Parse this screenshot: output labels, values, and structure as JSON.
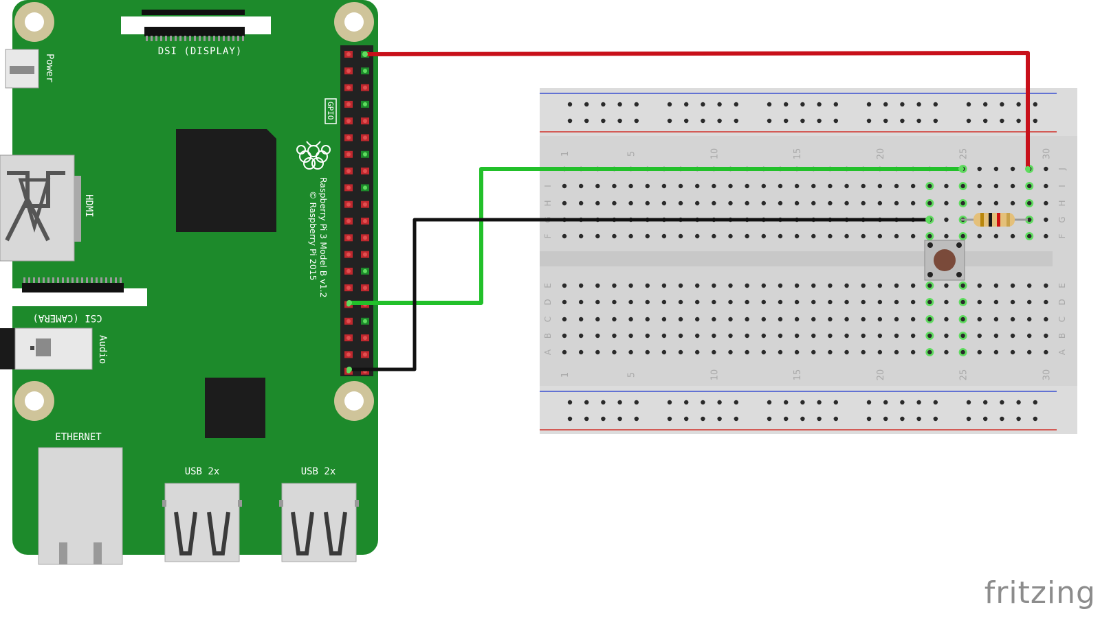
{
  "board": {
    "labels": {
      "dsi": "DSI (DISPLAY)",
      "power": "Power",
      "hdmi": "HDMI",
      "gpio": "GPIO",
      "csi": "CSI (CAMERA)",
      "audio": "Audio",
      "ethernet": "ETHERNET",
      "usb1": "USB 2x",
      "usb2": "USB 2x",
      "model": "Raspberry Pi 3 Model B v1.2",
      "copyright": "© Raspberry Pi 2015"
    },
    "colors": {
      "pcb": "#1d8a2b",
      "pcb_edge": "#157022",
      "chip": "#1c1c1c",
      "mount_ring": "#cfc49a"
    }
  },
  "breadboard": {
    "column_numbers": [
      "1",
      "5",
      "10",
      "15",
      "20",
      "25",
      "30"
    ],
    "row_letters_top": [
      "J",
      "I",
      "H",
      "G",
      "F"
    ],
    "row_letters_bottom": [
      "E",
      "D",
      "C",
      "B",
      "A"
    ],
    "colors": {
      "body": "#dcdcdc",
      "hole": "#2a2a2a",
      "rail_red": "#d0302a",
      "rail_blue": "#3a4fd0",
      "active": "#5fdc5f"
    }
  },
  "components": {
    "resistor": {
      "bands": [
        "#b8860b",
        "#1a1a1a",
        "#d01010",
        "#c9a24b"
      ]
    },
    "button": {
      "cap_color": "#7a4a3a"
    }
  },
  "wires": [
    {
      "name": "power-wire",
      "color": "#c8101a"
    },
    {
      "name": "signal-wire",
      "color": "#22c02a"
    },
    {
      "name": "ground-wire",
      "color": "#111111"
    }
  ],
  "watermark": "fritzing"
}
